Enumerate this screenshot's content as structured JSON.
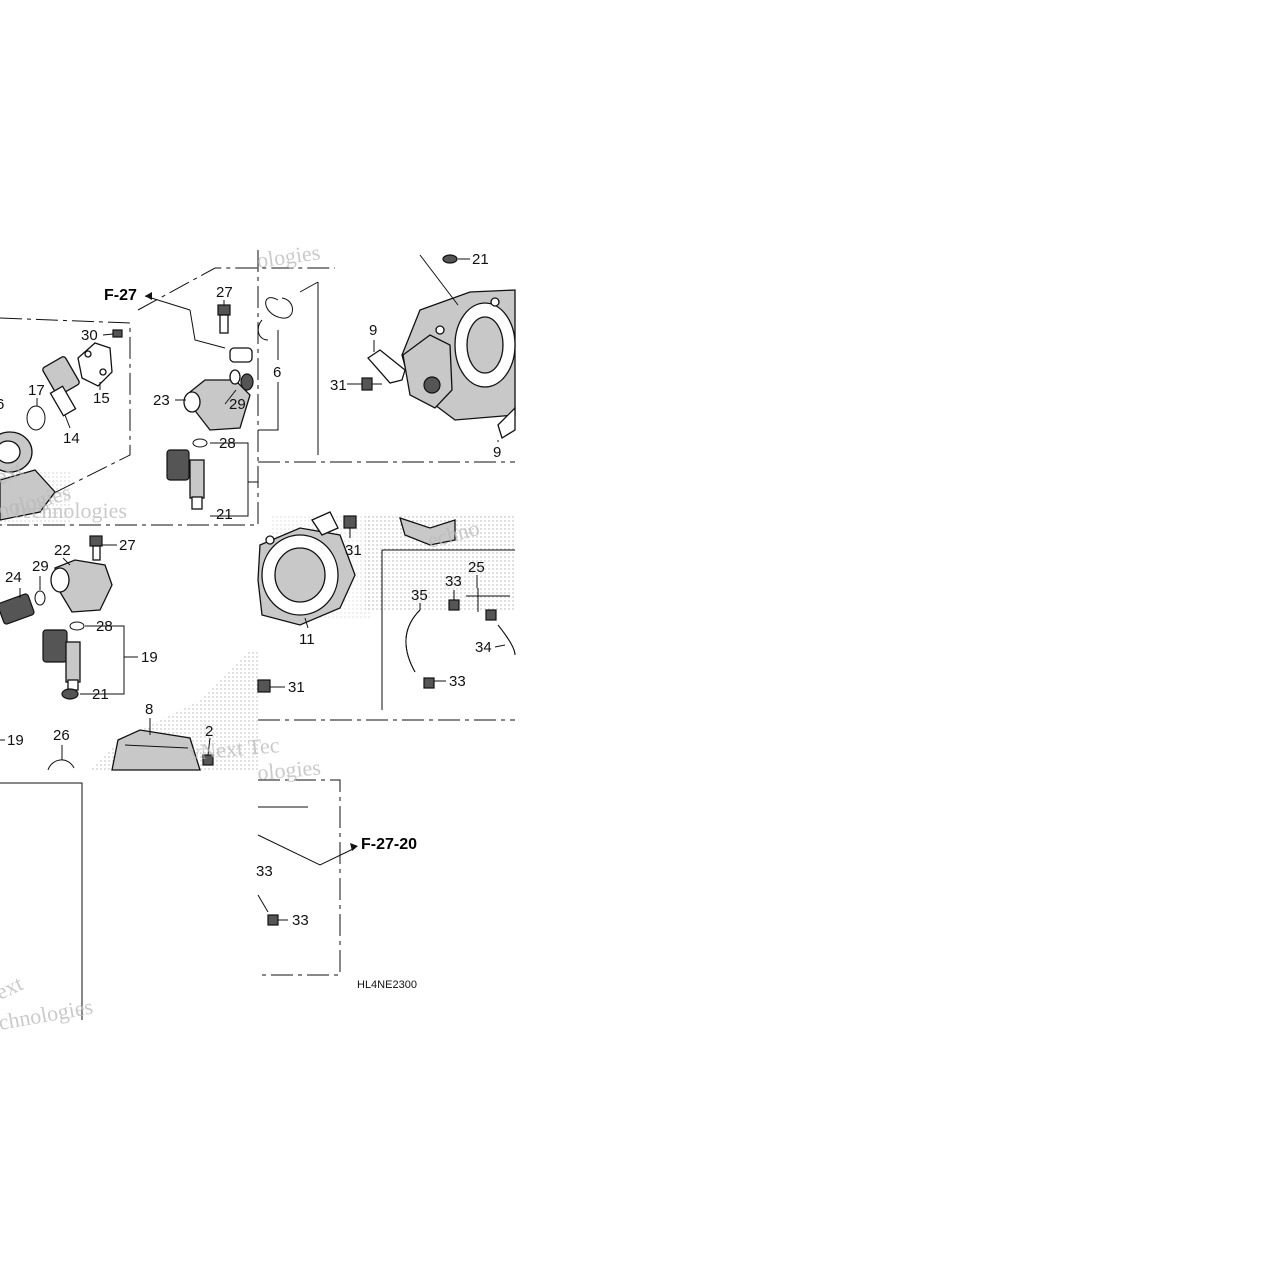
{
  "labels": {
    "l27a": "27",
    "l30": "30",
    "l17": "17",
    "l15": "15",
    "l14": "14",
    "l6left": "6",
    "l23": "23",
    "l29a": "29",
    "l28a": "28",
    "l21a": "21",
    "l6": "6",
    "l9a": "9",
    "l31a": "31",
    "l9b": "9",
    "l21top": "21",
    "l22": "22",
    "l27b": "27",
    "l24": "24",
    "l29b": "29",
    "l28b": "28",
    "l19a": "19",
    "l21b": "21",
    "l8": "8",
    "l2": "2",
    "l26": "26",
    "l19b": "19",
    "l31b": "31",
    "l11": "11",
    "l31c": "31",
    "l33a": "33",
    "l25": "25",
    "l35": "35",
    "l34": "34",
    "l33b": "33",
    "l33c": "33",
    "l33d": "33"
  },
  "refs": {
    "f27": "F-27",
    "f2720": "F-27-20"
  },
  "diagram_code": "HL4NE2300",
  "watermarks": {
    "w1": "ologies",
    "w2": "ext",
    "w3": "nologies",
    "w4": "Technologies",
    "w5": "echno",
    "w6": "vNext Tec",
    "w7": "ologies",
    "w8": "ext",
    "w9": "chnologies"
  }
}
